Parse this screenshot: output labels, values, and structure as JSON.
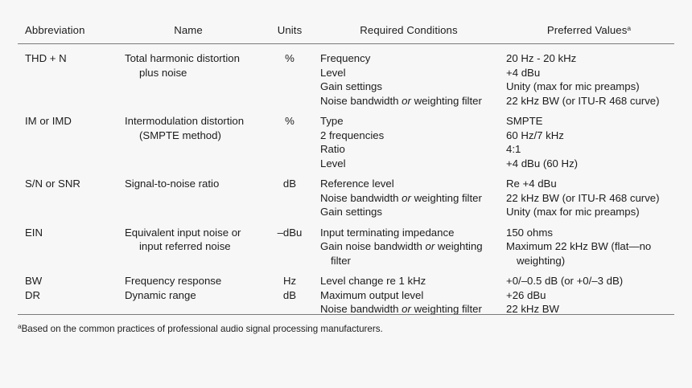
{
  "table": {
    "headers": {
      "abbreviation": "Abbreviation",
      "name": "Name",
      "units": "Units",
      "conditions": "Required Conditions",
      "values": "Preferred Values",
      "values_superscript": "a"
    },
    "rows": [
      {
        "abbreviation": "THD + N",
        "name_lines": [
          "Total harmonic distortion",
          "plus noise"
        ],
        "units": "%",
        "conditions": [
          {
            "pre": "Frequency",
            "em": "",
            "post": ""
          },
          {
            "pre": "Level",
            "em": "",
            "post": ""
          },
          {
            "pre": "Gain settings",
            "em": "",
            "post": ""
          },
          {
            "pre": "Noise bandwidth ",
            "em": "or",
            "post": " weighting filter"
          }
        ],
        "values": [
          "20 Hz - 20 kHz",
          "+4 dBu",
          "Unity (max for mic preamps)",
          "22 kHz BW (or ITU-R 468 curve)"
        ]
      },
      {
        "abbreviation": "IM or IMD",
        "name_lines": [
          "Intermodulation distortion",
          "(SMPTE method)"
        ],
        "units": "%",
        "conditions": [
          {
            "pre": "Type",
            "em": "",
            "post": ""
          },
          {
            "pre": "2 frequencies",
            "em": "",
            "post": ""
          },
          {
            "pre": "Ratio",
            "em": "",
            "post": ""
          },
          {
            "pre": "Level",
            "em": "",
            "post": ""
          }
        ],
        "values": [
          "SMPTE",
          "60 Hz/7 kHz",
          "4:1",
          "+4 dBu (60 Hz)"
        ]
      },
      {
        "abbreviation": "S/N or SNR",
        "name_lines": [
          "Signal-to-noise ratio"
        ],
        "units": "dB",
        "conditions": [
          {
            "pre": "Reference level",
            "em": "",
            "post": ""
          },
          {
            "pre": "Noise bandwidth ",
            "em": "or",
            "post": " weighting filter"
          },
          {
            "pre": "Gain settings",
            "em": "",
            "post": ""
          }
        ],
        "values": [
          "Re +4 dBu",
          "22 kHz BW (or ITU-R 468 curve)",
          "Unity (max for mic preamps)"
        ]
      },
      {
        "abbreviation": "EIN",
        "name_lines": [
          "Equivalent input noise or",
          "input referred noise"
        ],
        "units": "–dBu",
        "conditions": [
          {
            "pre": "Input terminating impedance",
            "em": "",
            "post": ""
          },
          {
            "pre": "Gain noise bandwidth ",
            "em": "or",
            "post": " weighting"
          },
          {
            "pre": "filter",
            "em": "",
            "post": "",
            "indent": true
          }
        ],
        "values": [
          "150 ohms",
          "Maximum 22 kHz BW (flat—no",
          "weighting)"
        ]
      },
      {
        "abbreviation": "BW",
        "name_lines": [
          "Frequency response"
        ],
        "units": "Hz",
        "conditions": [
          {
            "pre": "Level change re 1 kHz",
            "em": "",
            "post": ""
          }
        ],
        "values": [
          "+0/–0.5 dB (or +0/–3 dB)"
        ]
      },
      {
        "abbreviation": "DR",
        "name_lines": [
          "Dynamic range"
        ],
        "units": "dB",
        "conditions": [
          {
            "pre": "Maximum output level",
            "em": "",
            "post": ""
          },
          {
            "pre": "Noise bandwidth ",
            "em": "or",
            "post": " weighting filter"
          }
        ],
        "values": [
          "+26 dBu",
          "22 kHz BW"
        ]
      }
    ]
  },
  "footnote": {
    "marker": "a",
    "text": "Based on the common practices of professional audio signal processing manufacturers."
  },
  "colors": {
    "background": "#f7f7f7",
    "text": "#1c1c1c",
    "rule": "#7a7a7a"
  }
}
